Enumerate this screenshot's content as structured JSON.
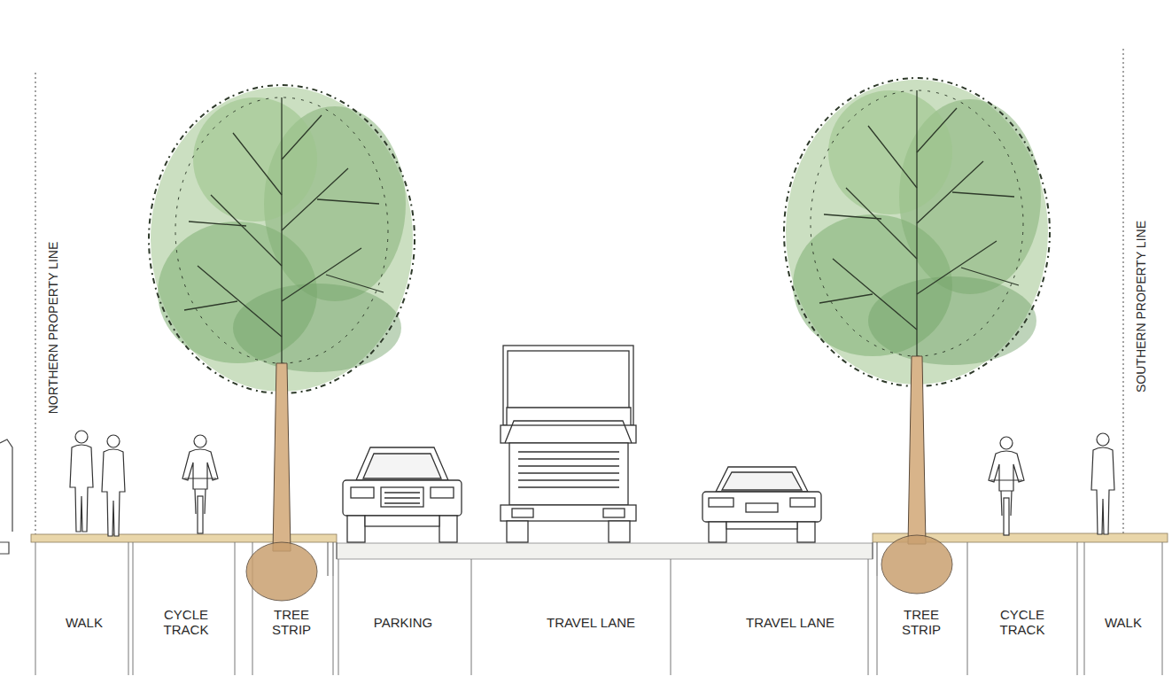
{
  "diagram": {
    "labels": [
      "NORTHERN PROPERTY LINE",
      "SOUTHERN PROPERTY LINE",
      "WALK",
      "CYCLE TRACK",
      "TREE STRIP",
      "PARKING",
      "TRAVEL LANE",
      "TRAVEL LANE",
      "TREE STRIP",
      "CYCLE TRACK",
      "WALK"
    ]
  }
}
